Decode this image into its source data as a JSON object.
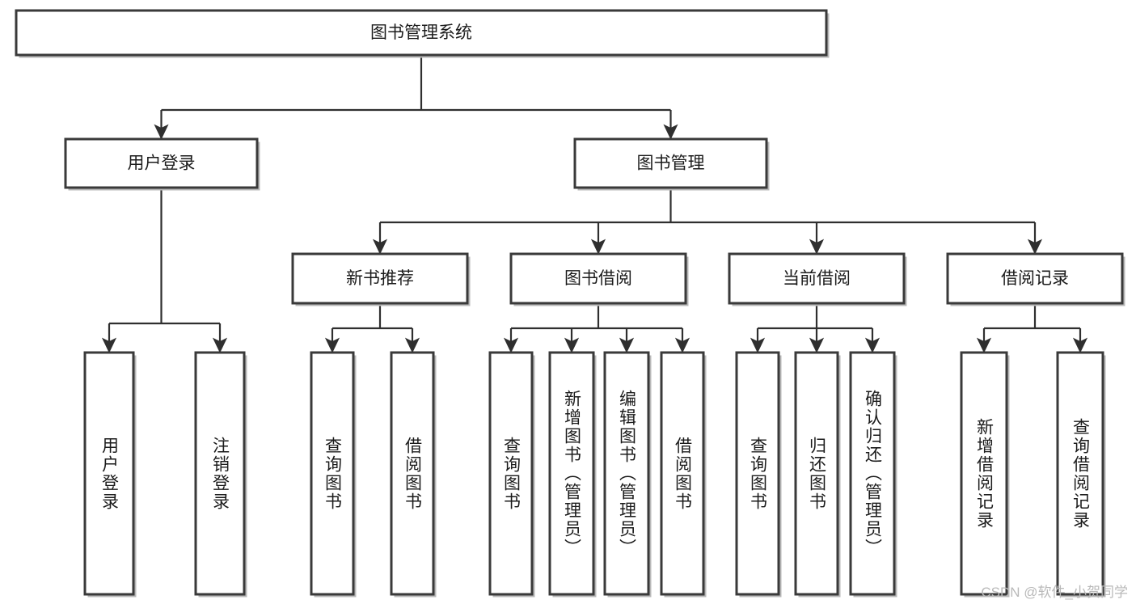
{
  "diagram": {
    "title": "图书管理系统",
    "type": "tree-hierarchy",
    "watermark": "CSDN @软件_小贺同学",
    "colors": {
      "box_stroke": "#3a3a3a",
      "box_fill": "#ffffff",
      "line": "#2f2f2f",
      "text": "#1b1b1b",
      "watermark": "#b9b9b9"
    },
    "root": {
      "label": "图书管理系统"
    },
    "level2": [
      {
        "label": "用户登录"
      },
      {
        "label": "图书管理"
      }
    ],
    "level3": [
      {
        "label": "新书推荐"
      },
      {
        "label": "图书借阅"
      },
      {
        "label": "当前借阅"
      },
      {
        "label": "借阅记录"
      }
    ],
    "leaves": {
      "user_login": [
        {
          "label": "用户登录"
        },
        {
          "label": "注销登录"
        }
      ],
      "new_book_recommend": [
        {
          "label": "查询图书"
        },
        {
          "label": "借阅图书"
        }
      ],
      "book_borrow": [
        {
          "label": "查询图书"
        },
        {
          "label": "新增图书（管理员）"
        },
        {
          "label": "编辑图书（管理员）"
        },
        {
          "label": "借阅图书"
        }
      ],
      "current_borrow": [
        {
          "label": "查询图书"
        },
        {
          "label": "归还图书"
        },
        {
          "label": "确认归还（管理员）"
        }
      ],
      "borrow_record": [
        {
          "label": "新增借阅记录"
        },
        {
          "label": "查询借阅记录"
        }
      ]
    }
  }
}
